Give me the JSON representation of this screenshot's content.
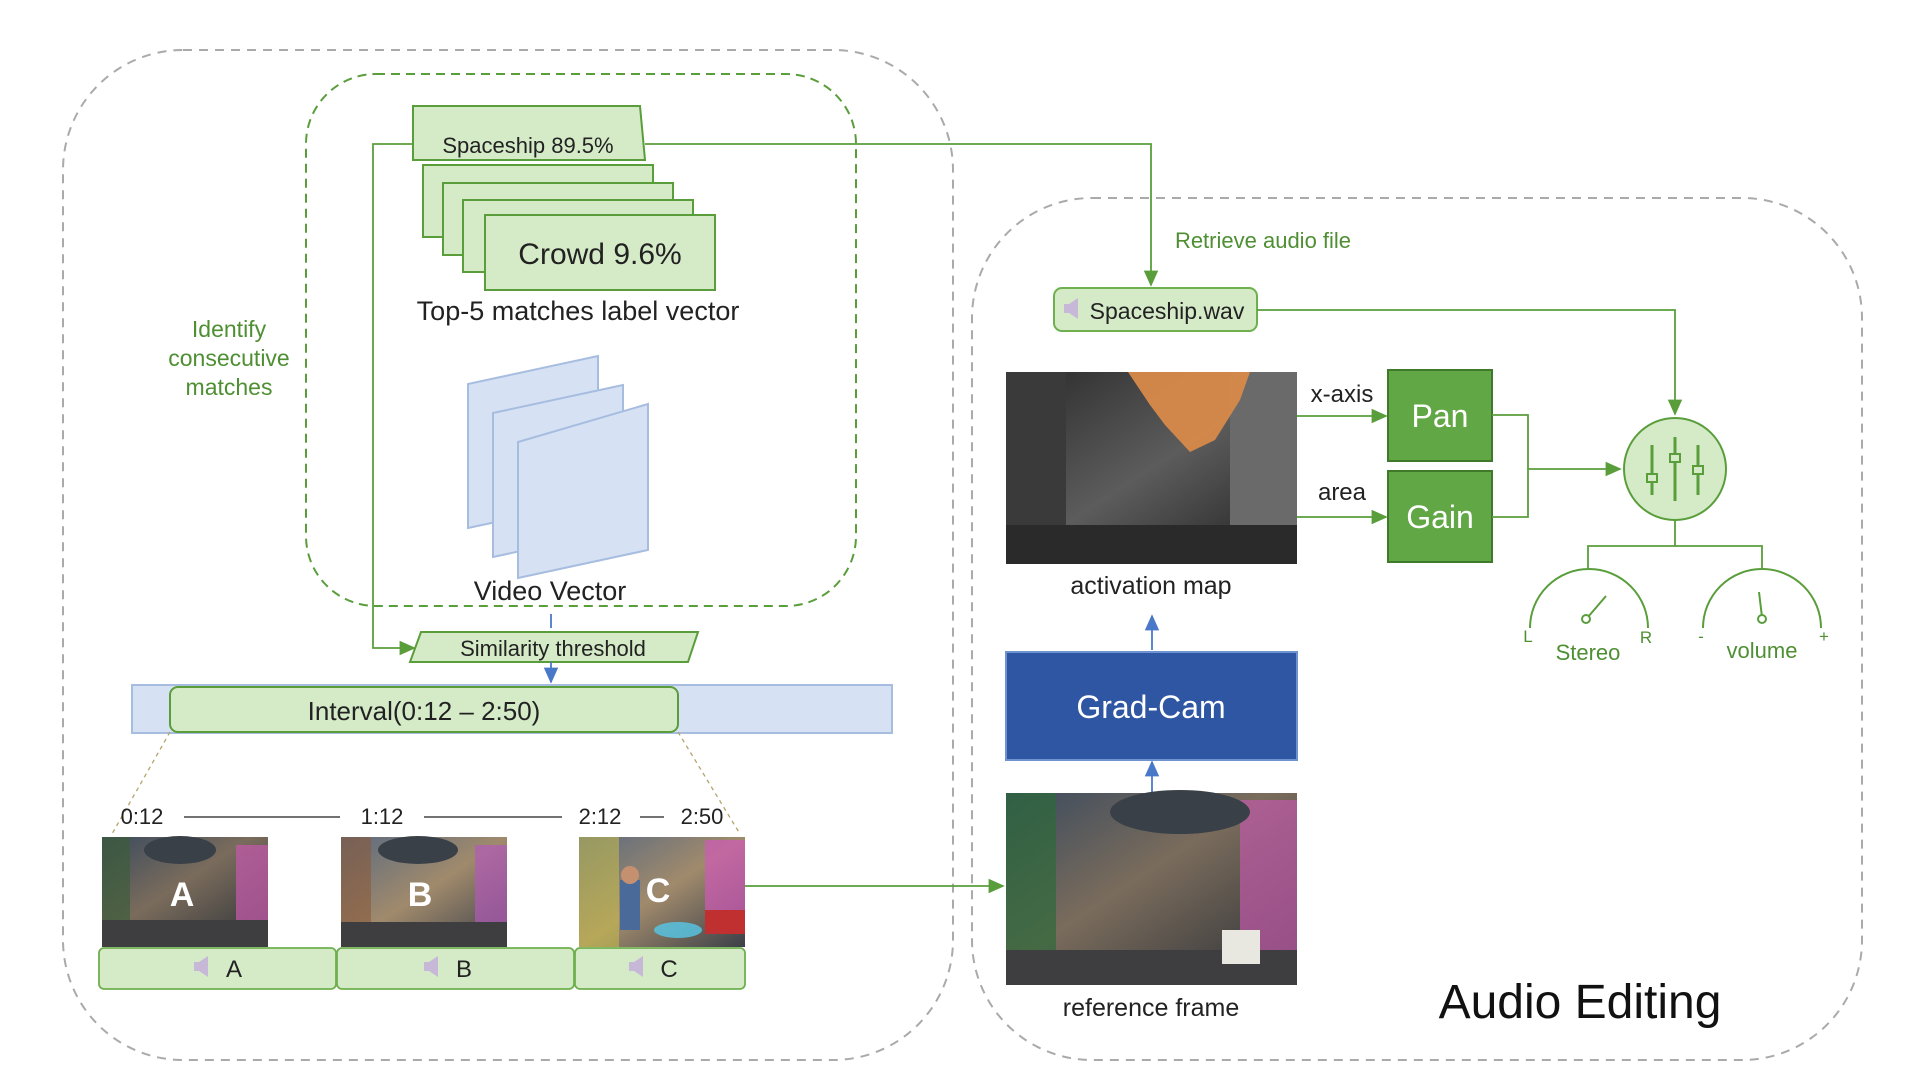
{
  "colors": {
    "green_dark": "#5a9e3c",
    "green_fill": "#d5ebc8",
    "green_block": "#62a745",
    "blue_block": "#2f56a3",
    "blue_light": "#d6e2f3",
    "blue_line": "#4a78c8",
    "gray_dash": "#aaaaaa",
    "text_green": "#4f8f33"
  },
  "labels": {
    "spaceship_match": "Spaceship 89.5%",
    "crowd_match": "Crowd   9.6%",
    "top5_caption": "Top-5 matches label vector",
    "video_vector": "Video Vector",
    "identify_l1": "Identify",
    "identify_l2": "consecutive",
    "identify_l3": "matches",
    "similarity": "Similarity threshold",
    "interval": "Interval(0:12 – 2:50)",
    "retrieve": "Retrieve audio file",
    "wav": "Spaceship.wav",
    "x_axis": "x-axis",
    "area": "area",
    "pan": "Pan",
    "gain": "Gain",
    "activation": "activation map",
    "gradcam": "Grad-Cam",
    "reference": "reference frame",
    "audio_editing": "Audio Editing",
    "stereo": "Stereo",
    "stereo_l": "L",
    "stereo_r": "R",
    "volume": "volume",
    "vol_minus": "-",
    "vol_plus": "+"
  },
  "timeline": {
    "t1": "0:12",
    "t2": "1:12",
    "t3": "2:12",
    "t4": "2:50"
  },
  "clips": [
    {
      "overlay": "A",
      "label": "A"
    },
    {
      "overlay": "B",
      "label": "B"
    },
    {
      "overlay": "C",
      "label": "C"
    }
  ]
}
